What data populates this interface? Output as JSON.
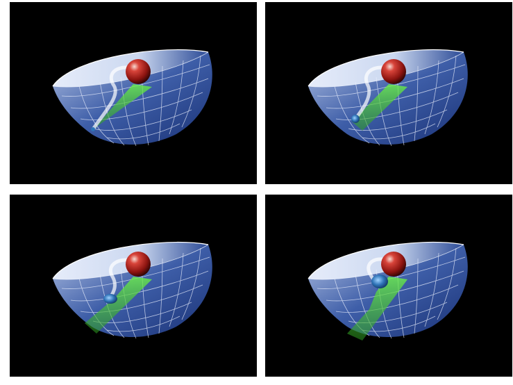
{
  "figure": {
    "background": "#ffffff",
    "panel_background": "#000000",
    "colors": {
      "bowl_inner": "#c9d6ef",
      "bowl_outer": "#1f3b86",
      "grid": "#e9eefc",
      "sphere": "#b0201a",
      "trail": "#4fd12f",
      "earth_blue": "#2f74b8",
      "earth_green": "#5a9e3a"
    },
    "panels": [
      {
        "name": "frame-1",
        "progress": 0.0
      },
      {
        "name": "frame-2",
        "progress": 0.33
      },
      {
        "name": "frame-3",
        "progress": 0.66
      },
      {
        "name": "frame-4",
        "progress": 1.0
      }
    ]
  }
}
